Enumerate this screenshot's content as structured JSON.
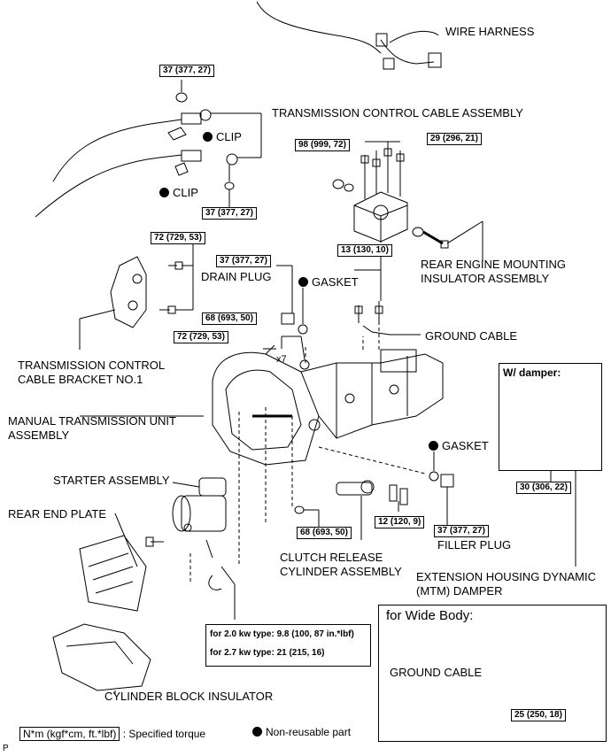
{
  "labels": {
    "wire_harness": "WIRE HARNESS",
    "tcca": "TRANSMISSION CONTROL CABLE ASSEMBLY",
    "clip": "CLIP",
    "remi_1": "REAR ENGINE MOUNTING",
    "remi_2": "INSULATOR ASSEMBLY",
    "drain_plug": "DRAIN PLUG",
    "gasket": "GASKET",
    "ground_cable": "GROUND CABLE",
    "tccb_1": "TRANSMISSION CONTROL",
    "tccb_2": "CABLE BRACKET NO.1",
    "mtu_1": "MANUAL TRANSMISSION UNIT",
    "mtu_2": "ASSEMBLY",
    "starter": "STARTER ASSEMBLY",
    "rear_end_plate": "REAR END PLATE",
    "crc_1": "CLUTCH RELEASE",
    "crc_2": "CYLINDER ASSEMBLY",
    "filler_plug": "FILLER PLUG",
    "ehd_1": "EXTENSION HOUSING DYNAMIC",
    "ehd_2": "(MTM) DAMPER",
    "cbi": "CYLINDER BLOCK INSULATOR",
    "x7": "x7",
    "p": "P"
  },
  "torques": {
    "t37a": "37 (377, 27)",
    "t37b": "37 (377, 27)",
    "t37c": "37 (377, 27)",
    "t37d": "37 (377, 27)",
    "t98": "98 (999, 72)",
    "t29": "29 (296, 21)",
    "t72a": "72 (729, 53)",
    "t72b": "72 (729, 53)",
    "t13": "13 (130, 10)",
    "t68a": "68 (693, 50)",
    "t68b": "68 (693, 50)",
    "t12": "12 (120, 9)",
    "t30": "30 (306, 22)",
    "t25": "25 (250, 18)"
  },
  "damper_box": {
    "title": "W/ damper:"
  },
  "wide_body": {
    "title": "for Wide Body:",
    "ground_cable": "GROUND CABLE"
  },
  "starter_note": {
    "line1": "for 2.0 kw type: 9.8 (100, 87 in.*lbf)",
    "line2": "for 2.7 kw type: 21 (215, 16)"
  },
  "legend": {
    "torque_units": "N*m (kgf*cm, ft.*lbf)",
    "torque_text": ": Specified torque",
    "nonreusable": "Non-reusable part"
  }
}
